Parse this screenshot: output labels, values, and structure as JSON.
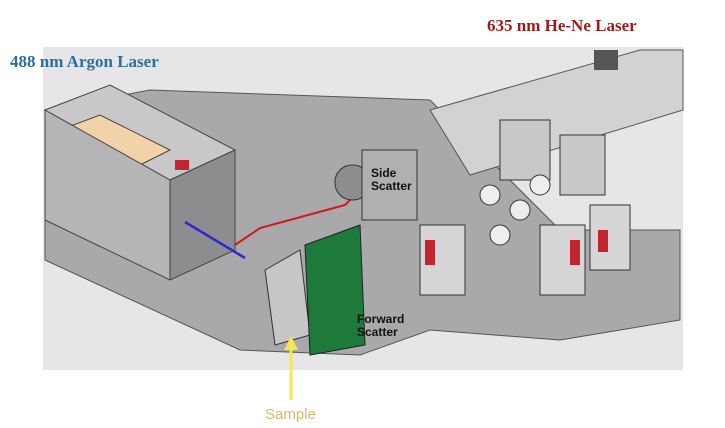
{
  "labels": {
    "argon_laser": "488 nm Argon Laser",
    "hene_laser": "635 nm He-Ne Laser",
    "side_scatter": [
      "Side",
      "Scatter"
    ],
    "forward_scatter": [
      "Forward",
      "Scatter"
    ],
    "sample": "Sample"
  },
  "colors": {
    "argon_title": "#2e6e9e",
    "hene_title": "#9b1c1c",
    "sample_arrow": "#f5e94a",
    "beam_blue": "#2a2ad0",
    "beam_red": "#d01818",
    "circuit_board": "#1e7a3a"
  }
}
